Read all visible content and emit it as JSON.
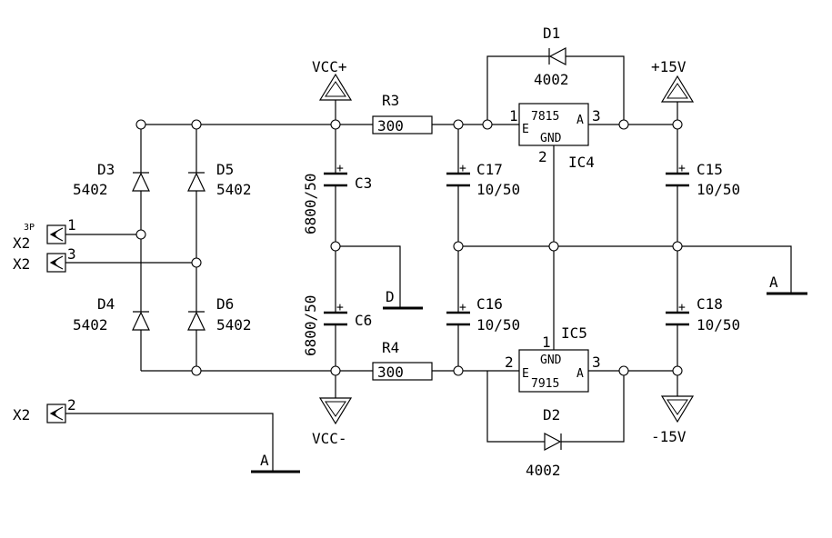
{
  "labels": {
    "vcc_plus": "VCC+",
    "vcc_minus": "VCC-",
    "plus15": "+15V",
    "minus15": "-15V",
    "r3": "R3",
    "r3_val": "300",
    "r4": "R4",
    "r4_val": "300",
    "d1": "D1",
    "d1_val": "4002",
    "d2": "D2",
    "d2_val": "4002",
    "d3": "D3",
    "d3_val": "5402",
    "d4": "D4",
    "d4_val": "5402",
    "d5": "D5",
    "d5_val": "5402",
    "d6": "D6",
    "d6_val": "5402",
    "c3": "C3",
    "c3_val": "6800/50",
    "c6": "C6",
    "c6_val": "6800/50",
    "c15": "C15",
    "c15_val": "10/50",
    "c16": "C16",
    "c16_val": "10/50",
    "c17": "C17",
    "c17_val": "10/50",
    "c18": "C18",
    "c18_val": "10/50",
    "ic4": "IC4",
    "ic4_chip": "7815",
    "ic5": "IC5",
    "ic5_chip": "7915",
    "pin_e": "E",
    "pin_a": "A",
    "pin_gnd": "GND",
    "ic4_pin1": "1",
    "ic4_pin2": "2",
    "ic4_pin3": "3",
    "ic5_pin1": "1",
    "ic5_pin2": "2",
    "ic5_pin3": "3",
    "x2": "X2",
    "x2_type": "3P",
    "x2_pin1": "1",
    "x2_pin2": "2",
    "x2_pin3": "3",
    "net_d": "D",
    "net_a": "A",
    "plus": "+"
  }
}
